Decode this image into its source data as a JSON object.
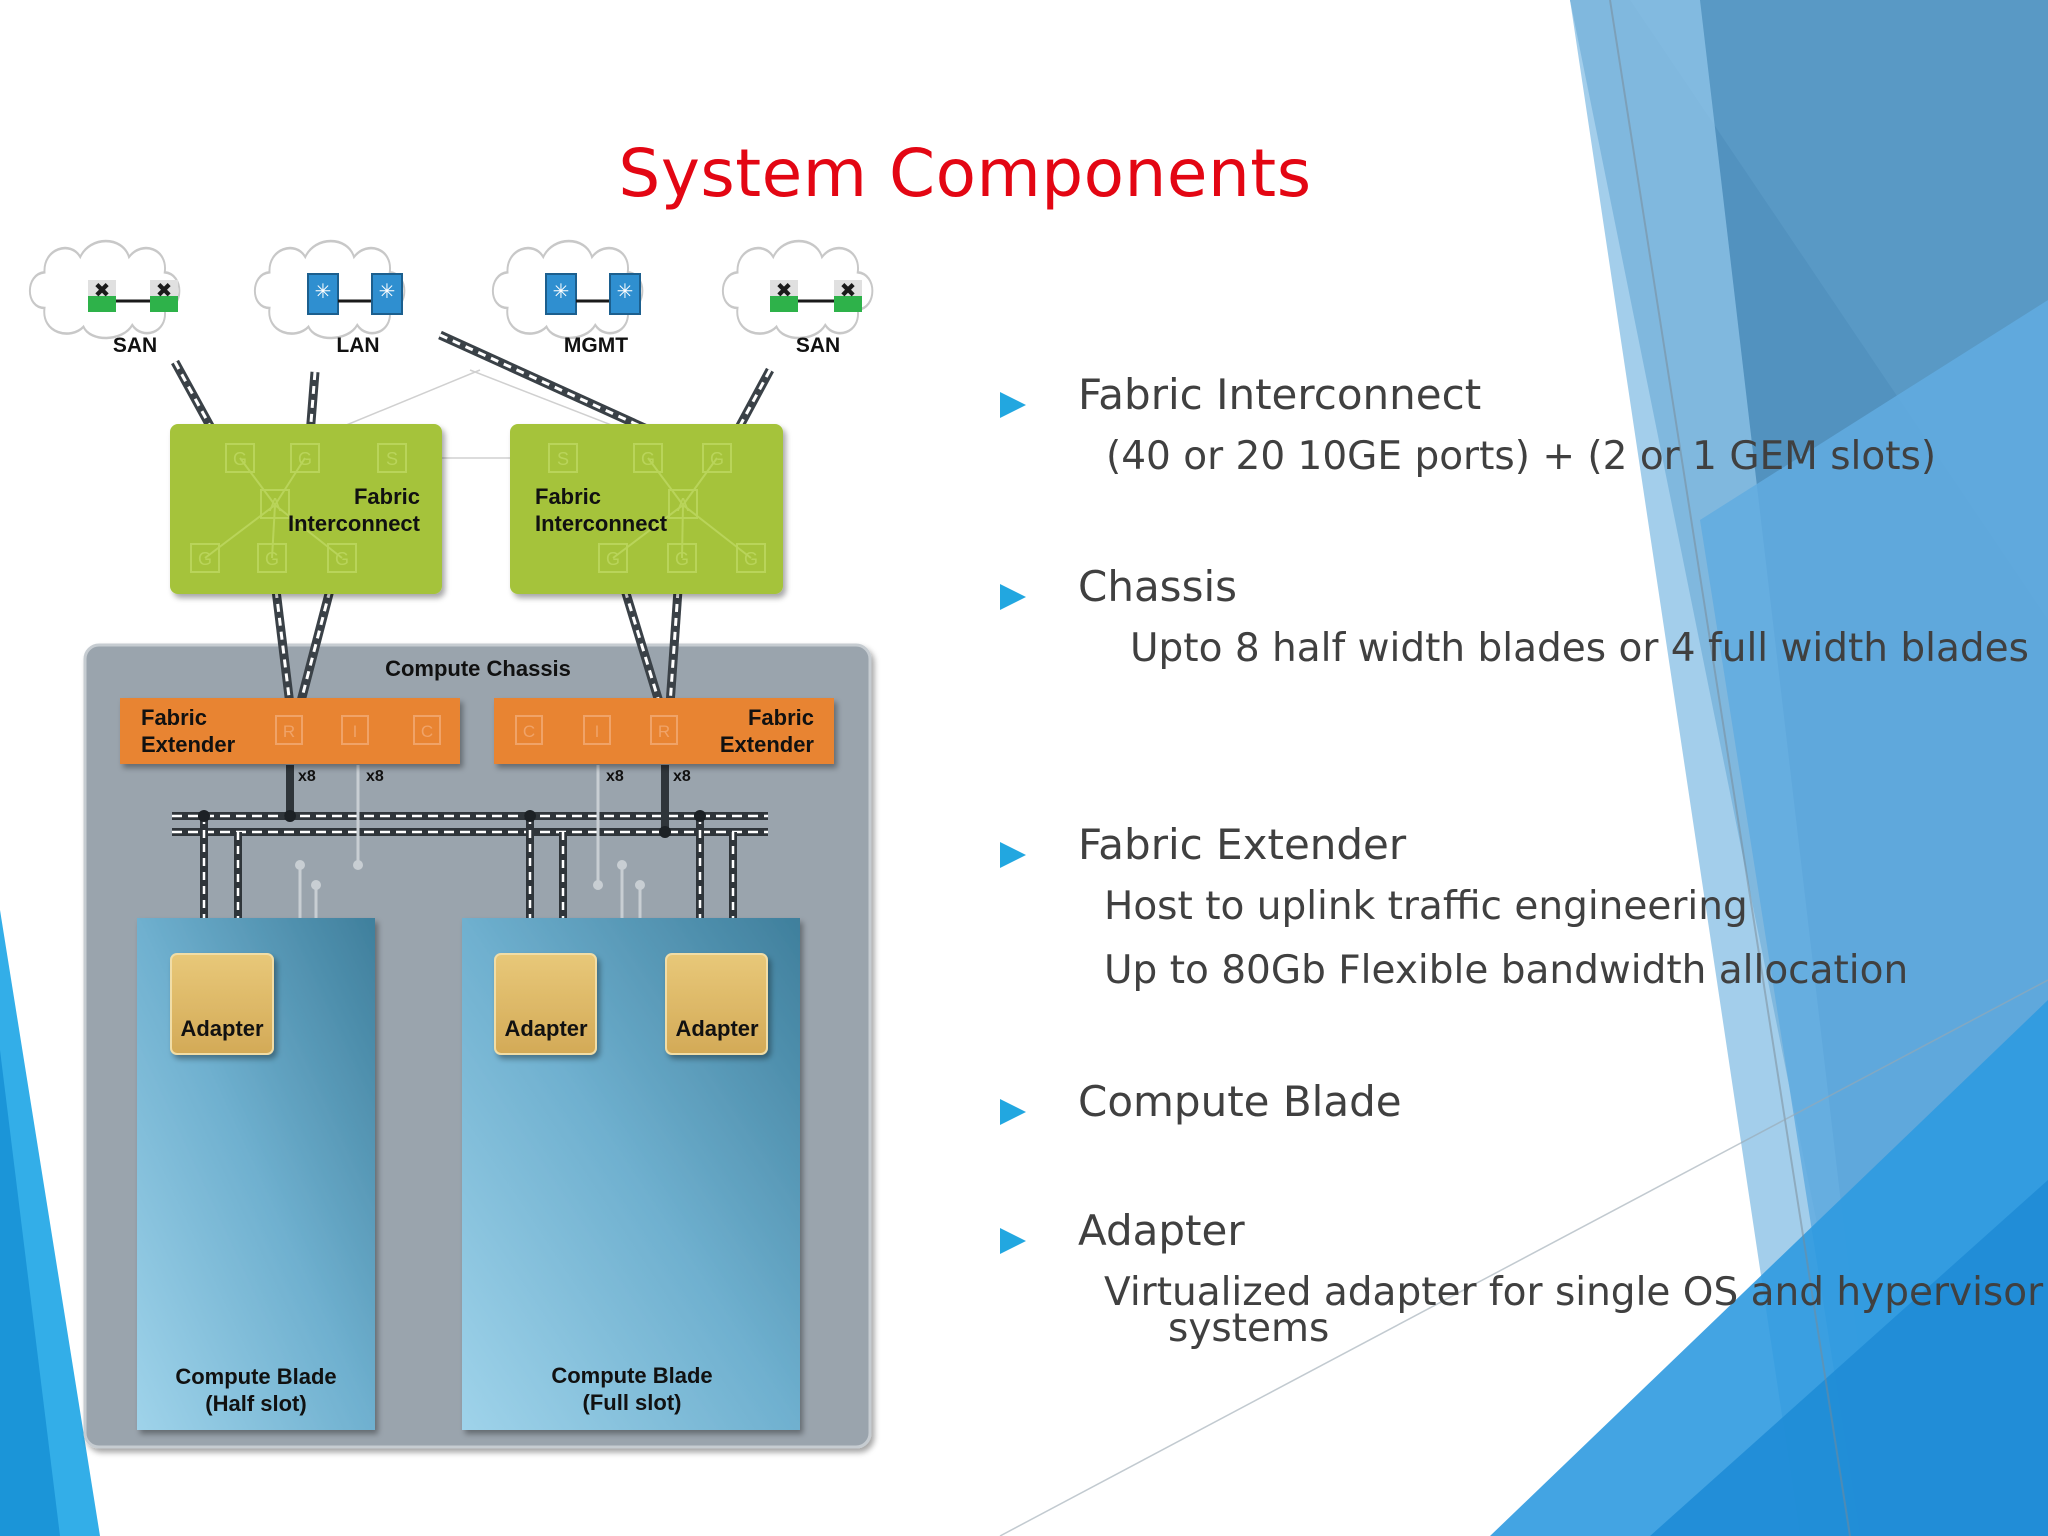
{
  "slide": {
    "title": "System Components",
    "colors": {
      "title": "#e30613",
      "bullet_arrow": "#22a7e0",
      "text": "#404040"
    }
  },
  "diagram": {
    "clouds": [
      "SAN",
      "LAN",
      "MGMT",
      "SAN"
    ],
    "fabric_interconnect_left": {
      "line1": "Fabric",
      "line2": "Interconnect"
    },
    "fabric_interconnect_right": {
      "line1": "Fabric",
      "line2": "Interconnect"
    },
    "chassis_label": "Compute Chassis",
    "fabric_extender_left": {
      "line1": "Fabric",
      "line2": "Extender"
    },
    "fabric_extender_right": {
      "line1": "Fabric",
      "line2": "Extender"
    },
    "link_labels": [
      "x8",
      "x8",
      "x8",
      "x8"
    ],
    "adapters": [
      "Adapter",
      "Adapter",
      "Adapter"
    ],
    "blade_half": {
      "line1": "Compute Blade",
      "line2": "(Half slot)"
    },
    "blade_full": {
      "line1": "Compute Blade",
      "line2": "(Full slot)"
    },
    "port_letters_fi_left": [
      "G",
      "G",
      "S",
      "A",
      "G",
      "G",
      "G"
    ],
    "port_letters_fi_right": [
      "S",
      "G",
      "G",
      "A",
      "G",
      "G",
      "G"
    ],
    "port_letters_fex_left": [
      "R",
      "I",
      "C"
    ],
    "port_letters_fex_right": [
      "C",
      "I",
      "R"
    ]
  },
  "bullets": [
    {
      "heading": "Fabric Interconnect",
      "details": [
        "(40 or 20 10GE ports) + (2 or 1 GEM slots)"
      ]
    },
    {
      "heading": "Chassis",
      "details": [
        "Upto 8 half width blades or 4 full width blades"
      ]
    },
    {
      "heading": "Fabric Extender",
      "details": [
        "Host to uplink traffic engineering",
        "Up to 80Gb Flexible bandwidth allocation"
      ]
    },
    {
      "heading": "Compute Blade",
      "details": []
    },
    {
      "heading": "Adapter",
      "details": [
        "Virtualized adapter for single OS and hypervisor",
        "systems"
      ]
    }
  ]
}
